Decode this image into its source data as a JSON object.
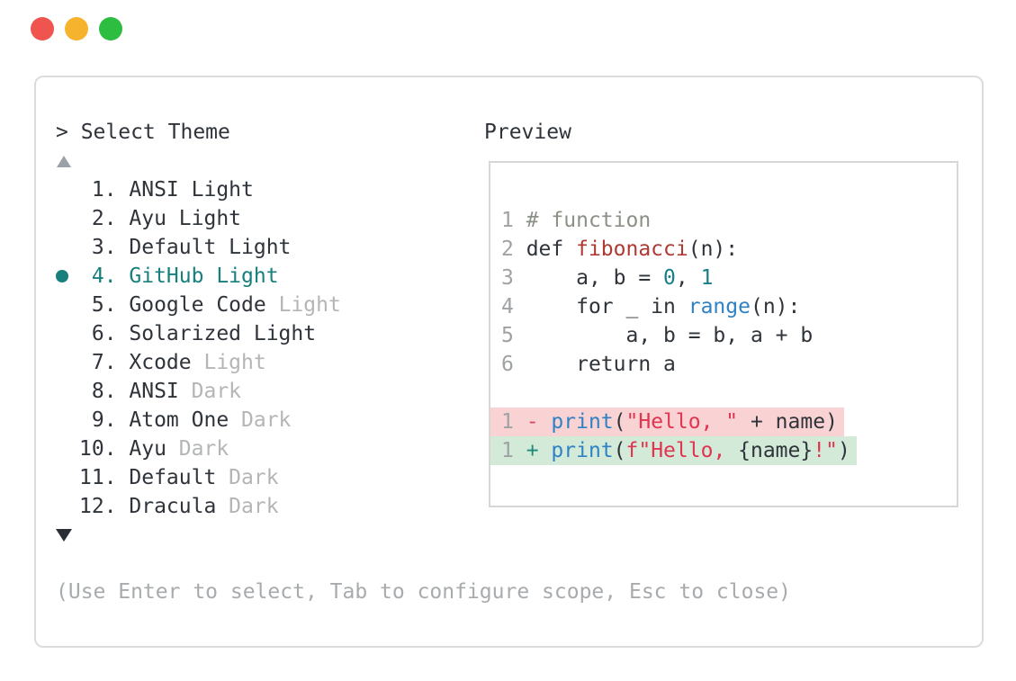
{
  "window": {
    "controls": [
      {
        "name": "close",
        "color": "#f0544f"
      },
      {
        "name": "minimize",
        "color": "#f5b32e"
      },
      {
        "name": "zoom",
        "color": "#2dbd41"
      }
    ]
  },
  "picker": {
    "prompt": "> Select Theme",
    "scroll_up_icon": "triangle-up",
    "scroll_down_icon": "triangle-down",
    "selected_bullet_icon": "dot",
    "selected_color": "#17807d",
    "hint": "(Use Enter to select, Tab to configure scope, Esc to close)",
    "items": [
      {
        "number": " 1. ",
        "main": "ANSI Light",
        "muted": "",
        "selected": false
      },
      {
        "number": " 2. ",
        "main": "Ayu Light",
        "muted": "",
        "selected": false
      },
      {
        "number": " 3. ",
        "main": "Default Light",
        "muted": "",
        "selected": false
      },
      {
        "number": " 4. ",
        "main": "GitHub Light",
        "muted": "",
        "selected": true
      },
      {
        "number": " 5. ",
        "main": "Google Code ",
        "muted": "Light",
        "selected": false
      },
      {
        "number": " 6. ",
        "main": "Solarized Light",
        "muted": "",
        "selected": false
      },
      {
        "number": " 7. ",
        "main": "Xcode ",
        "muted": "Light",
        "selected": false
      },
      {
        "number": " 8. ",
        "main": "ANSI ",
        "muted": "Dark",
        "selected": false
      },
      {
        "number": " 9. ",
        "main": "Atom One ",
        "muted": "Dark",
        "selected": false
      },
      {
        "number": "10. ",
        "main": "Ayu ",
        "muted": "Dark",
        "selected": false
      },
      {
        "number": "11. ",
        "main": "Default ",
        "muted": "Dark",
        "selected": false
      },
      {
        "number": "12. ",
        "main": "Dracula ",
        "muted": "Dark",
        "selected": false
      }
    ]
  },
  "preview": {
    "label": "Preview",
    "syntax_colors": {
      "line_number": "#9fa2a4",
      "comment": "#8b9186",
      "default_text": "#2f343a",
      "function_name": "#ae3a33",
      "number_literal": "#187e88",
      "builtin_call": "#2f82c4",
      "string": "#e0344f",
      "diff_minus": "#d8485a",
      "diff_plus": "#1d8b78",
      "diff_removed_bg": "#f9d3d4",
      "diff_added_bg": "#d3ead9"
    },
    "code_lines": [
      {
        "diff": "",
        "segments": [
          {
            "t": "1 ",
            "c": "ln"
          },
          {
            "t": "# function",
            "c": "cm"
          }
        ]
      },
      {
        "diff": "",
        "segments": [
          {
            "t": "2 ",
            "c": "ln"
          },
          {
            "t": "def ",
            "c": "tx"
          },
          {
            "t": "fibonacci",
            "c": "fn"
          },
          {
            "t": "(n):",
            "c": "tx"
          }
        ]
      },
      {
        "diff": "",
        "segments": [
          {
            "t": "3 ",
            "c": "ln"
          },
          {
            "t": "    a, b = ",
            "c": "tx"
          },
          {
            "t": "0",
            "c": "nm"
          },
          {
            "t": ", ",
            "c": "tx"
          },
          {
            "t": "1",
            "c": "nm"
          }
        ]
      },
      {
        "diff": "",
        "segments": [
          {
            "t": "4 ",
            "c": "ln"
          },
          {
            "t": "    for _ in ",
            "c": "tx"
          },
          {
            "t": "range",
            "c": "bi"
          },
          {
            "t": "(n):",
            "c": "tx"
          }
        ]
      },
      {
        "diff": "",
        "segments": [
          {
            "t": "5 ",
            "c": "ln"
          },
          {
            "t": "        a, b = b, a + b",
            "c": "tx"
          }
        ]
      },
      {
        "diff": "",
        "segments": [
          {
            "t": "6 ",
            "c": "ln"
          },
          {
            "t": "    return a",
            "c": "tx"
          }
        ]
      },
      {
        "diff": "",
        "segments": []
      },
      {
        "diff": "removed",
        "segments": [
          {
            "t": "1 ",
            "c": "ln"
          },
          {
            "t": "- ",
            "c": "mi"
          },
          {
            "t": "print",
            "c": "bi"
          },
          {
            "t": "(",
            "c": "tx"
          },
          {
            "t": "\"Hello, \"",
            "c": "st"
          },
          {
            "t": " + name)",
            "c": "tx"
          }
        ]
      },
      {
        "diff": "added",
        "segments": [
          {
            "t": "1 ",
            "c": "ln"
          },
          {
            "t": "+ ",
            "c": "pl"
          },
          {
            "t": "print",
            "c": "bi"
          },
          {
            "t": "(",
            "c": "tx"
          },
          {
            "t": "f\"Hello, ",
            "c": "st"
          },
          {
            "t": "{name}",
            "c": "tx"
          },
          {
            "t": "!\"",
            "c": "st"
          },
          {
            "t": ")",
            "c": "tx"
          }
        ]
      }
    ]
  }
}
